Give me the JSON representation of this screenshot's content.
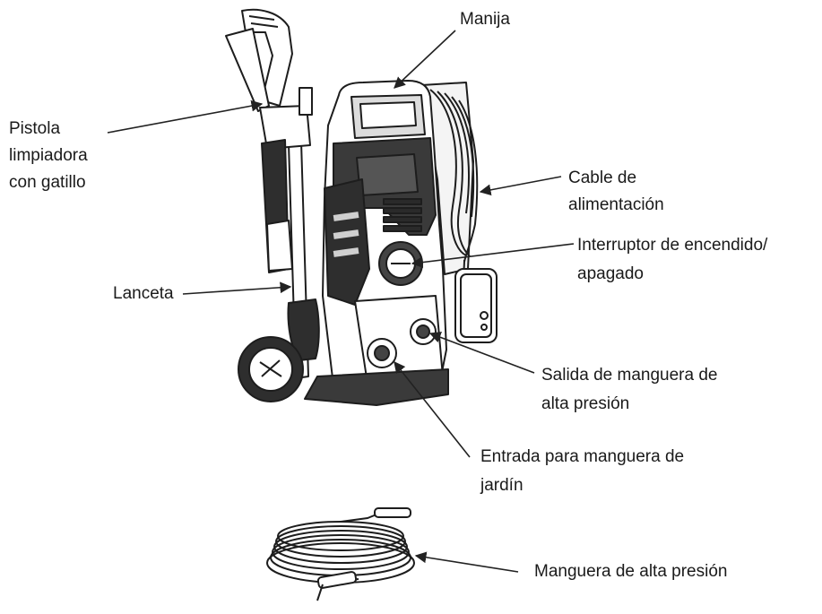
{
  "labels": {
    "manija": "Manija",
    "pistola": [
      "Pistola",
      "limpiadora",
      "con gatillo"
    ],
    "cable": [
      "Cable de",
      "alimentación"
    ],
    "interruptor": [
      "Interruptor de encendido/",
      "apagado"
    ],
    "lanceta": "Lanceta",
    "salida": [
      "Salida de manguera de",
      "alta presión"
    ],
    "entrada": [
      "Entrada para manguera de",
      "jardín"
    ],
    "manguera": "Manguera de alta presión"
  }
}
